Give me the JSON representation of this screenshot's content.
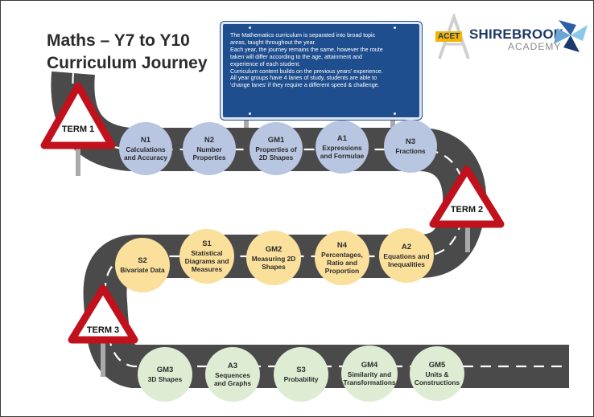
{
  "title": {
    "line1": "Maths – Y7 to Y10",
    "line2": "Curriculum Journey"
  },
  "info_board": {
    "lines": [
      "The Mathematics curriculum is separated into broad topic",
      "areas, taught throughout the year.",
      "Each year, the journey remains the same, however the route",
      "taken will differ according to the age, attainment and",
      "experience of each student.",
      "Curriculum content builds on the previous years' experience.",
      "All year groups have 4 lanes of study, students are able to",
      "'change lanes' if they require a different speed & challenge."
    ]
  },
  "logo": {
    "acet": "ACET",
    "name": "SHIREBROOK",
    "academy": "ACADEMY",
    "icon": "pinwheel-logo-icon"
  },
  "signs": {
    "term1": "TERM 1",
    "term2": "TERM 2",
    "term3": "TERM 3"
  },
  "colors": {
    "road": "#4a4a4a",
    "road_marking": "#ffffff",
    "sign_border": "#c0111d",
    "term1_topic": "#b8c6e2",
    "term2_topic": "#fbe09b",
    "term3_topic": "#deecd4",
    "info_board": "#1f4e8f"
  },
  "topics": {
    "n1": {
      "code": "N1",
      "name": "Calculations and Accuracy"
    },
    "n2": {
      "code": "N2",
      "name": "Number Properties"
    },
    "gm1": {
      "code": "GM1",
      "name": "Properties of 2D Shapes"
    },
    "a1": {
      "code": "A1",
      "name": "Expressions and Formulae"
    },
    "n3": {
      "code": "N3",
      "name": "Fractions"
    },
    "a2": {
      "code": "A2",
      "name": "Equations and Inequalities"
    },
    "n4": {
      "code": "N4",
      "name": "Percentages, Ratio and Proportion"
    },
    "gm2": {
      "code": "GM2",
      "name": "Measuring 2D Shapes"
    },
    "s1": {
      "code": "S1",
      "name": "Statistical Diagrams and Measures"
    },
    "s2": {
      "code": "S2",
      "name": "Bivariate Data"
    },
    "gm3": {
      "code": "GM3",
      "name": "3D Shapes"
    },
    "a3": {
      "code": "A3",
      "name": "Sequences and Graphs"
    },
    "s3": {
      "code": "S3",
      "name": "Probability"
    },
    "gm4": {
      "code": "GM4",
      "name": "Similarity and Transformations"
    },
    "gm5": {
      "code": "GM5",
      "name": "Units & Constructions"
    }
  }
}
